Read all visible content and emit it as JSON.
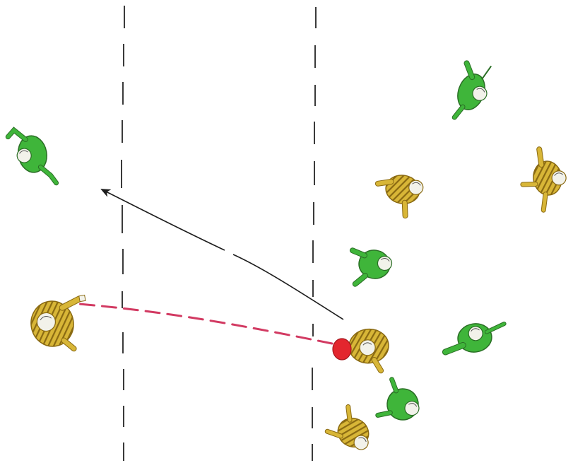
{
  "diagram": {
    "description_visible_text": "",
    "colors": {
      "green_team": "#3fb53a",
      "green_outline": "#2a6e25",
      "yellow_team": "#d8b637",
      "yellow_stripe": "#8a6a12",
      "ball": "#e3262e",
      "pass_line": "#d23a62",
      "run_arrow": "#1d1d1d",
      "field_lines": "#3a3a3a",
      "skin": "#f2f2ea"
    },
    "players": [
      {
        "team": "green",
        "icon": "player-green-icon"
      },
      {
        "team": "green",
        "icon": "player-green-icon"
      },
      {
        "team": "yellow",
        "icon": "player-yellow-icon"
      },
      {
        "team": "yellow",
        "icon": "player-yellow-icon"
      },
      {
        "team": "green",
        "icon": "player-green-icon"
      },
      {
        "team": "yellow",
        "icon": "player-yellow-icon",
        "has_ball": true
      },
      {
        "team": "green",
        "icon": "player-green-icon"
      },
      {
        "team": "green",
        "icon": "player-green-icon"
      },
      {
        "team": "yellow",
        "icon": "player-yellow-icon"
      },
      {
        "team": "yellow",
        "icon": "player-yellow-icon"
      }
    ],
    "arrows": [
      {
        "kind": "run",
        "style": "solid-with-gaps",
        "icon": "arrow-head-icon"
      },
      {
        "kind": "pass",
        "style": "dashed",
        "icon": "dashed-pass-line"
      }
    ],
    "lines": [
      {
        "kind": "field-line",
        "style": "dashed"
      },
      {
        "kind": "field-line",
        "style": "dashed"
      }
    ]
  }
}
